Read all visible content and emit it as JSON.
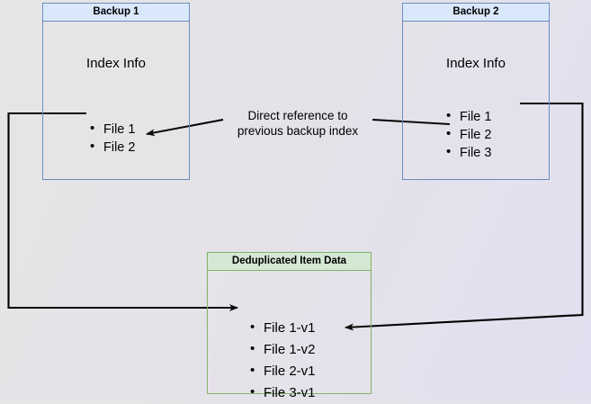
{
  "diagram": {
    "title_hidden": "",
    "nodes": [
      {
        "id": "backup1",
        "header": "Backup 1",
        "index_label": "Index Info",
        "files": [
          "File 1",
          "File 2"
        ],
        "border_color": "#6c8ebf",
        "header_fill": "#dae8fc"
      },
      {
        "id": "backup2",
        "header": "Backup 2",
        "index_label": "Index Info",
        "files": [
          "File 1",
          "File 2",
          "File 3"
        ],
        "border_color": "#6c8ebf",
        "header_fill": "#dae8fc"
      },
      {
        "id": "dedup",
        "header": "Deduplicated Item Data",
        "files": [
          "File 1-v1",
          "File 1-v2",
          "File 2-v1",
          "File 3-v1"
        ],
        "border_color": "#82b366",
        "header_fill": "#d5e8d4"
      }
    ],
    "edges": [
      {
        "id": "backup2-to-backup1",
        "label_line1": "Direct reference to",
        "label_line2": "previous backup index",
        "from": "backup2-index",
        "to": "backup1-file2",
        "arrow": "left"
      },
      {
        "id": "backup1-to-dedup",
        "label": "",
        "from": "backup1-file1",
        "to": "dedup-file1-v1",
        "arrow": "right"
      },
      {
        "id": "backup2-to-dedup",
        "label": "",
        "from": "backup2-file1",
        "to": "dedup-file1-v2",
        "arrow": "left"
      }
    ],
    "colors": {
      "line": "#000000",
      "blue_border": "#6c8ebf",
      "blue_fill": "#dae8fc",
      "green_border": "#82b366",
      "green_fill": "#d5e8d4",
      "text": "#000000"
    }
  }
}
